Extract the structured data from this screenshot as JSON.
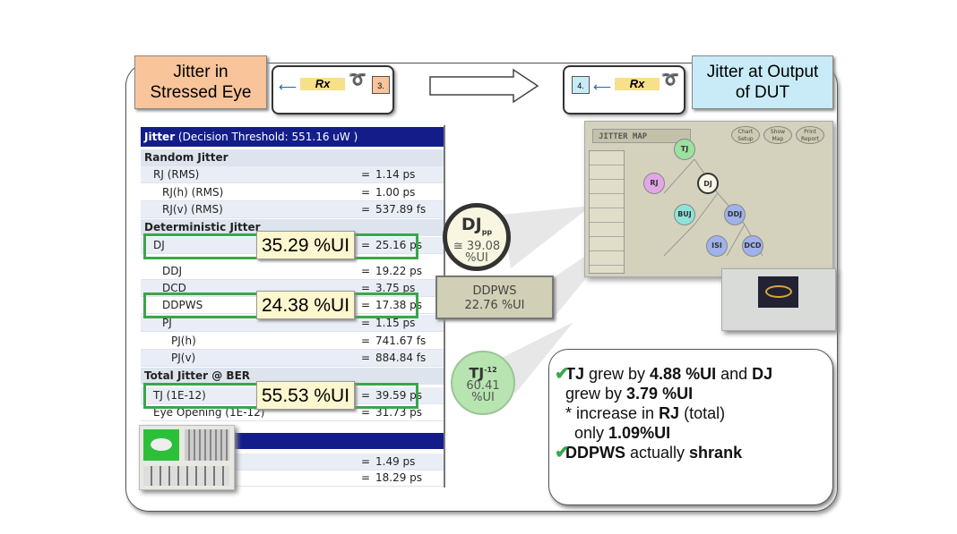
{
  "left_label": "Jitter in\nStressed Eye",
  "right_label": "Jitter at Output\nof DUT",
  "left_rx": {
    "label": "Rx",
    "step": "3."
  },
  "right_rx": {
    "label": "Rx",
    "step": "4."
  },
  "table": {
    "header_bold": "Jitter",
    "header_rest": " (Decision Threshold: 551.16 uW )",
    "rows": [
      {
        "label": "Random Jitter",
        "type": "section"
      },
      {
        "label": "RJ (RMS)",
        "eq": "=",
        "value": "1.14 ps",
        "indent": 1
      },
      {
        "label": "RJ(h) (RMS)",
        "eq": "=",
        "value": "1.00 ps",
        "indent": 2
      },
      {
        "label": "RJ(v) (RMS)",
        "eq": "=",
        "value": "537.89 fs",
        "indent": 2
      },
      {
        "label": "Deterministic Jitter",
        "type": "section"
      },
      {
        "label": "DJ",
        "eq": "=",
        "value": "25.16 ps",
        "indent": 1
      },
      {
        "label": "DDJ",
        "eq": "=",
        "value": "19.22 ps",
        "indent": 2
      },
      {
        "label": "DCD",
        "eq": "=",
        "value": "3.75 ps",
        "indent": 2
      },
      {
        "label": "DDPWS",
        "eq": "=",
        "value": "17.38 ps",
        "indent": 2
      },
      {
        "label": "PJ",
        "eq": "=",
        "value": "1.15 ps",
        "indent": 2
      },
      {
        "label": "PJ(h)",
        "eq": "=",
        "value": "741.67 fs",
        "indent": 3
      },
      {
        "label": "PJ(v)",
        "eq": "=",
        "value": "884.84 fs",
        "indent": 3
      },
      {
        "label": "Total Jitter @ BER",
        "type": "section"
      },
      {
        "label": "TJ (1E-12)",
        "eq": "=",
        "value": "39.59 ps",
        "indent": 1
      },
      {
        "label": "Eye Opening (1E-12)",
        "eq": "=",
        "value": "31.73 ps",
        "indent": 1
      }
    ],
    "extra_rows": [
      {
        "eq": "=",
        "value": "1.49 ps"
      },
      {
        "eq": "=",
        "value": "18.29 ps"
      }
    ]
  },
  "callouts": {
    "dj": "35.29 %UI",
    "ddpws": "24.38 %UI",
    "tj": "55.53 %UI"
  },
  "dut_values": {
    "dj": {
      "name": "DJ",
      "sub": "pp",
      "value": "≅ 39.08",
      "unit": "%UI"
    },
    "ddpws": {
      "name": "DDPWS",
      "value": "22.76 %UI"
    },
    "tj": {
      "name": "TJ",
      "sup": "-12",
      "value": "60.41",
      "unit": "%UI"
    }
  },
  "jitter_map": {
    "title": "JITTER MAP",
    "buttons": [
      "Chart Setup",
      "Show Map",
      "Print Report"
    ],
    "nodes": [
      "TJ",
      "RJ",
      "DJ",
      "BUJ",
      "DDJ",
      "ISI",
      "DCD"
    ],
    "colors": {
      "TJ": "#9ee0a0",
      "RJ": "#e3a6e6",
      "DJ": "#f8f6e8",
      "BUJ": "#8ee3da",
      "DDJ": "#9fb2ea",
      "ISI": "#9fb2ea",
      "DCD": "#9fb2ea"
    }
  },
  "note": {
    "line1_a": "TJ",
    "line1_b": " grew by ",
    "line1_c": "4.88 %UI",
    "line1_d": " and ",
    "line1_e": "DJ",
    "line2_a": "grew by ",
    "line2_b": "3.79 %UI",
    "line3_a": "* increase in ",
    "line3_b": "RJ",
    "line3_c": " (total)",
    "line4_a": "only ",
    "line4_b": "1.09%UI",
    "line5_a": "DDPWS",
    "line5_b": " actually ",
    "line5_c": "shrank",
    "check": "✔"
  },
  "colors": {
    "highlight": "#3aa64a",
    "navy": "#131d8a",
    "left_label_bg": "#f9c49a",
    "right_label_bg": "#c8ebf7",
    "callout_bg": "#fdf7cf"
  }
}
